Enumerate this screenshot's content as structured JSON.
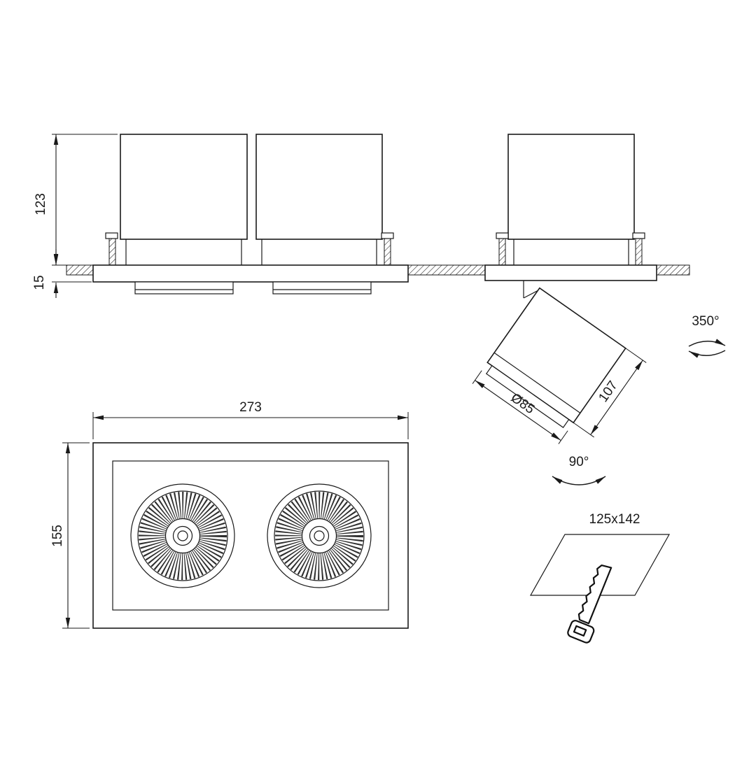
{
  "colors": {
    "ink": "#1a1a1a",
    "background": "#ffffff"
  },
  "side_view": {
    "height_label": "123",
    "recess_label": "15"
  },
  "tilted_view": {
    "depth_label": "107",
    "diameter_label": "Ø85",
    "rotation_label": "350°",
    "tilt_label": "90°"
  },
  "front_view": {
    "width_label": "273",
    "height_label": "155"
  },
  "cutout": {
    "size_label": "125x142"
  }
}
